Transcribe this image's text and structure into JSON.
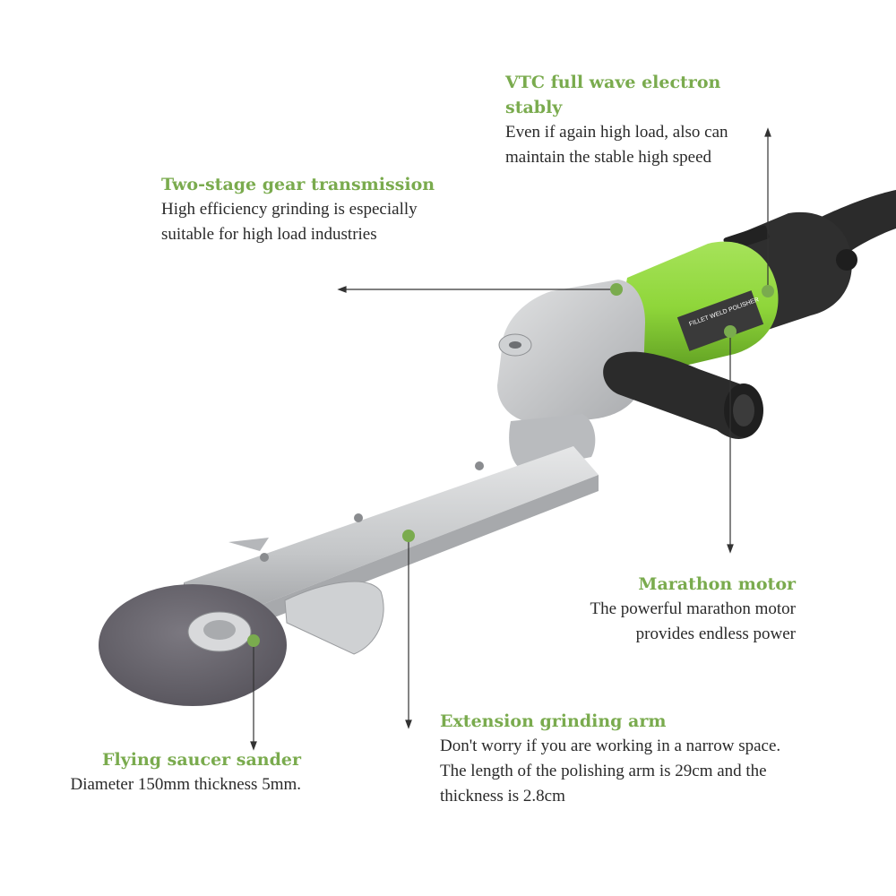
{
  "callouts": {
    "vtc": {
      "title": "VTC full wave electron stably",
      "desc": "Even if again high load, also can maintain the stable high speed"
    },
    "gear": {
      "title": "Two-stage gear transmission",
      "desc": "High efficiency grinding is especially suitable for high load industries"
    },
    "motor": {
      "title": "Marathon motor",
      "desc": "The powerful marathon motor provides endless power"
    },
    "arm": {
      "title": "Extension grinding arm",
      "desc": "Don't worry if you are working in a narrow space. The length of the polishing arm is 29cm and the thickness is 2.8cm"
    },
    "sander": {
      "title": "Flying saucer sander",
      "desc": "Diameter 150mm thickness 5mm."
    }
  },
  "product_label": "FILLET WELD POLISHER",
  "colors": {
    "accent_green": "#7aab4e",
    "body_green": "#8fd63a",
    "text_dark": "#2a2a2a",
    "metal": "#c9cbcc",
    "disc": "#6f6c74",
    "handle": "#2b2b2b"
  }
}
